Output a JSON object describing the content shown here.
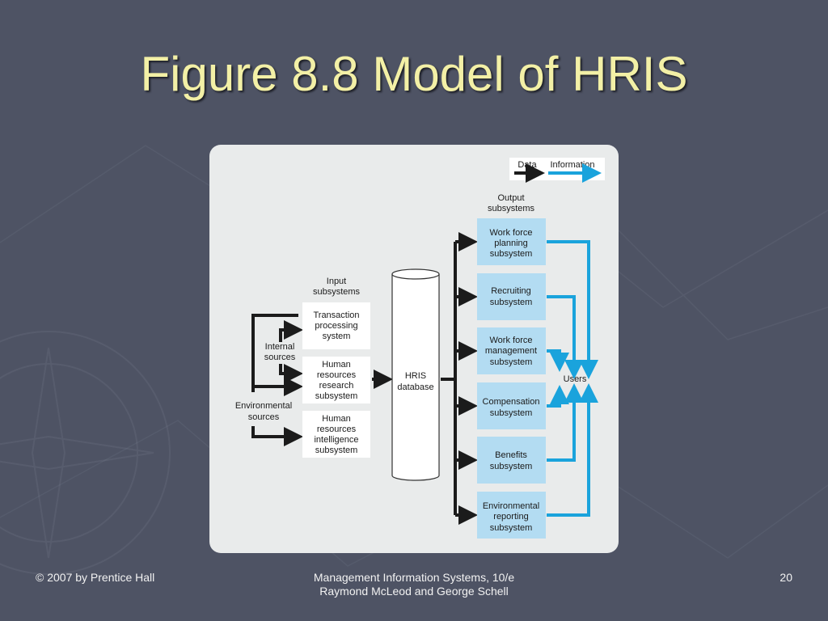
{
  "slide": {
    "title": "Figure 8.8 Model of HRIS",
    "footer_left": "© 2007 by Prentice Hall",
    "footer_center_line1": "Management Information Systems, 10/e",
    "footer_center_line2": "Raymond McLeod and George Schell",
    "page_number": "20"
  },
  "legend": {
    "data": "Data",
    "information": "Information"
  },
  "colors": {
    "data_arrow": "#1b1b1b",
    "information_arrow": "#1aa3dc",
    "output_box": "#b3dcf2",
    "input_box": "#ffffff"
  },
  "labels": {
    "input_subsystems": [
      "Input",
      "subsystems"
    ],
    "output_subsystems": [
      "Output",
      "subsystems"
    ],
    "internal_sources": [
      "Internal",
      "sources"
    ],
    "environmental_sources": [
      "Environmental",
      "sources"
    ],
    "users": "Users"
  },
  "database": [
    "HRIS",
    "database"
  ],
  "input_boxes": [
    [
      "Transaction",
      "processing",
      "system"
    ],
    [
      "Human",
      "resources",
      "research",
      "subsystem"
    ],
    [
      "Human",
      "resources",
      "intelligence",
      "subsystem"
    ]
  ],
  "output_boxes": [
    [
      "Work force",
      "planning",
      "subsystem"
    ],
    [
      "Recruiting",
      "subsystem"
    ],
    [
      "Work force",
      "management",
      "subsystem"
    ],
    [
      "Compensation",
      "subsystem"
    ],
    [
      "Benefits",
      "subsystem"
    ],
    [
      "Environmental",
      "reporting",
      "subsystem"
    ]
  ]
}
